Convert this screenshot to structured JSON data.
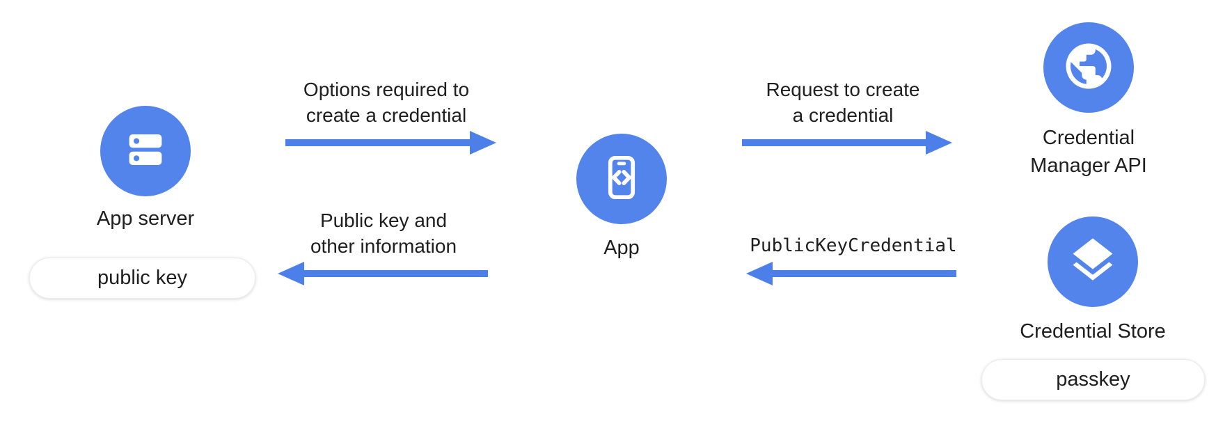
{
  "colors": {
    "node_blue": "#5384EC",
    "arrow_blue": "#4D7FE9",
    "text": "#1f1f1f",
    "pill_background": "#ffffff"
  },
  "nodes": {
    "app_server": {
      "label": "App server",
      "icon": "server-icon"
    },
    "app": {
      "label": "App",
      "icon": "phone-code-icon"
    },
    "credential_manager": {
      "label_line1": "Credential",
      "label_line2": "Manager API",
      "icon": "globe-icon"
    },
    "credential_store": {
      "label": "Credential Store",
      "icon": "layers-icon"
    }
  },
  "pills": {
    "public_key": "public key",
    "passkey": "passkey"
  },
  "arrows": {
    "options": {
      "direction": "right",
      "label_line1": "Options required to",
      "label_line2": "create a credential"
    },
    "request": {
      "direction": "right",
      "label_line1": "Request to create",
      "label_line2": "a credential"
    },
    "public_key_credential": {
      "direction": "left",
      "label": "PublicKeyCredential"
    },
    "public_key_info": {
      "direction": "left",
      "label_line1": "Public key and",
      "label_line2": "other information"
    }
  }
}
